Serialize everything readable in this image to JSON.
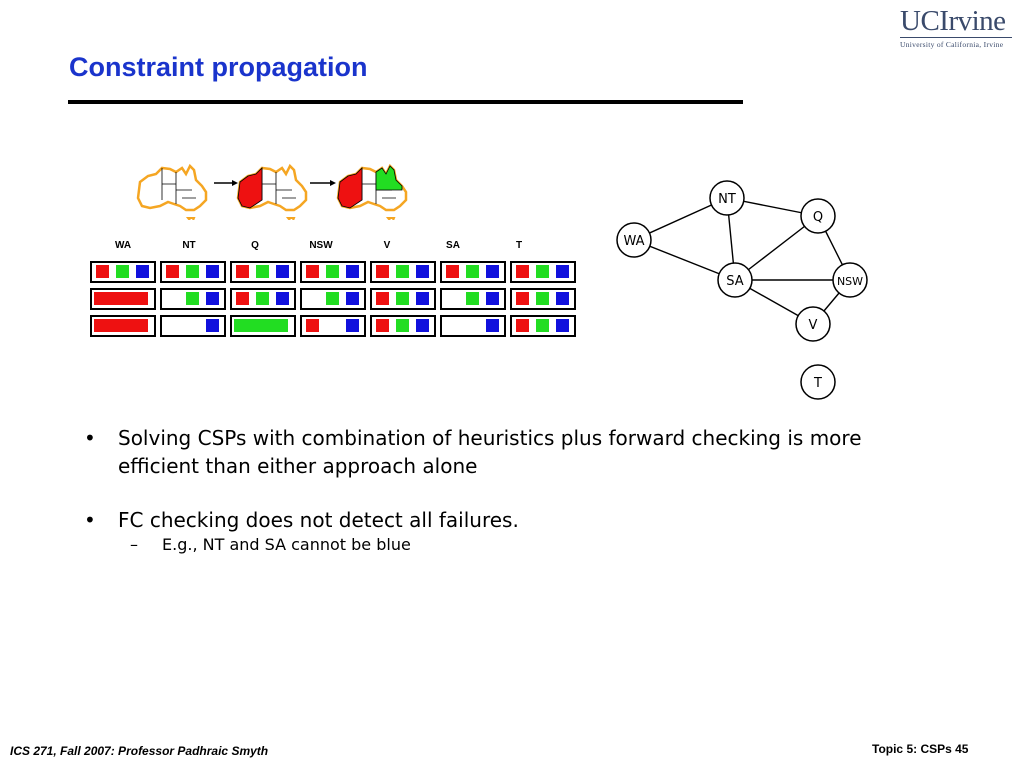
{
  "logo": {
    "name": "UCIrvine",
    "sub": "University of California, Irvine"
  },
  "title": "Constraint propagation",
  "variables": [
    "WA",
    "NT",
    "Q",
    "NSW",
    "V",
    "SA",
    "T"
  ],
  "colors": {
    "red": "#ee1111",
    "green": "#22dd22",
    "blue": "#1111dd",
    "title": "#1a34cc",
    "map_outline": "#f5a623"
  },
  "domain_rows": [
    [
      [
        "r",
        "g",
        "b"
      ],
      [
        "r",
        "g",
        "b"
      ],
      [
        "r",
        "g",
        "b"
      ],
      [
        "r",
        "g",
        "b"
      ],
      [
        "r",
        "g",
        "b"
      ],
      [
        "r",
        "g",
        "b"
      ],
      [
        "r",
        "g",
        "b"
      ]
    ],
    [
      [
        "R"
      ],
      [
        "g",
        "b"
      ],
      [
        "r",
        "g",
        "b"
      ],
      [
        "g",
        "b"
      ],
      [
        "r",
        "g",
        "b"
      ],
      [
        "g",
        "b"
      ],
      [
        "r",
        "g",
        "b"
      ]
    ],
    [
      [
        "R"
      ],
      [
        "b"
      ],
      [
        "G"
      ],
      [
        "r",
        "b"
      ],
      [
        "r",
        "g",
        "b"
      ],
      [
        "b"
      ],
      [
        "r",
        "g",
        "b"
      ]
    ]
  ],
  "maps": [
    {
      "colored": []
    },
    {
      "colored": [
        [
          "WA",
          "red"
        ]
      ]
    },
    {
      "colored": [
        [
          "WA",
          "red"
        ],
        [
          "Q",
          "green"
        ]
      ]
    }
  ],
  "graph": {
    "nodes": [
      "NT",
      "Q",
      "WA",
      "SA",
      "NSW",
      "V",
      "T"
    ],
    "edges": [
      [
        "WA",
        "NT"
      ],
      [
        "WA",
        "SA"
      ],
      [
        "NT",
        "SA"
      ],
      [
        "NT",
        "Q"
      ],
      [
        "SA",
        "Q"
      ],
      [
        "SA",
        "NSW"
      ],
      [
        "SA",
        "V"
      ],
      [
        "Q",
        "NSW"
      ],
      [
        "NSW",
        "V"
      ]
    ]
  },
  "bullets": [
    {
      "text": "Solving CSPs with combination of heuristics plus forward checking is more efficient than either approach alone"
    },
    {
      "text": "FC checking does not detect all failures.",
      "sub": "E.g., NT and SA cannot be blue"
    }
  ],
  "footer": {
    "left": "ICS 271, Fall 2007: Professor Padhraic Smyth",
    "right": "Topic 5: CSPs 45"
  }
}
